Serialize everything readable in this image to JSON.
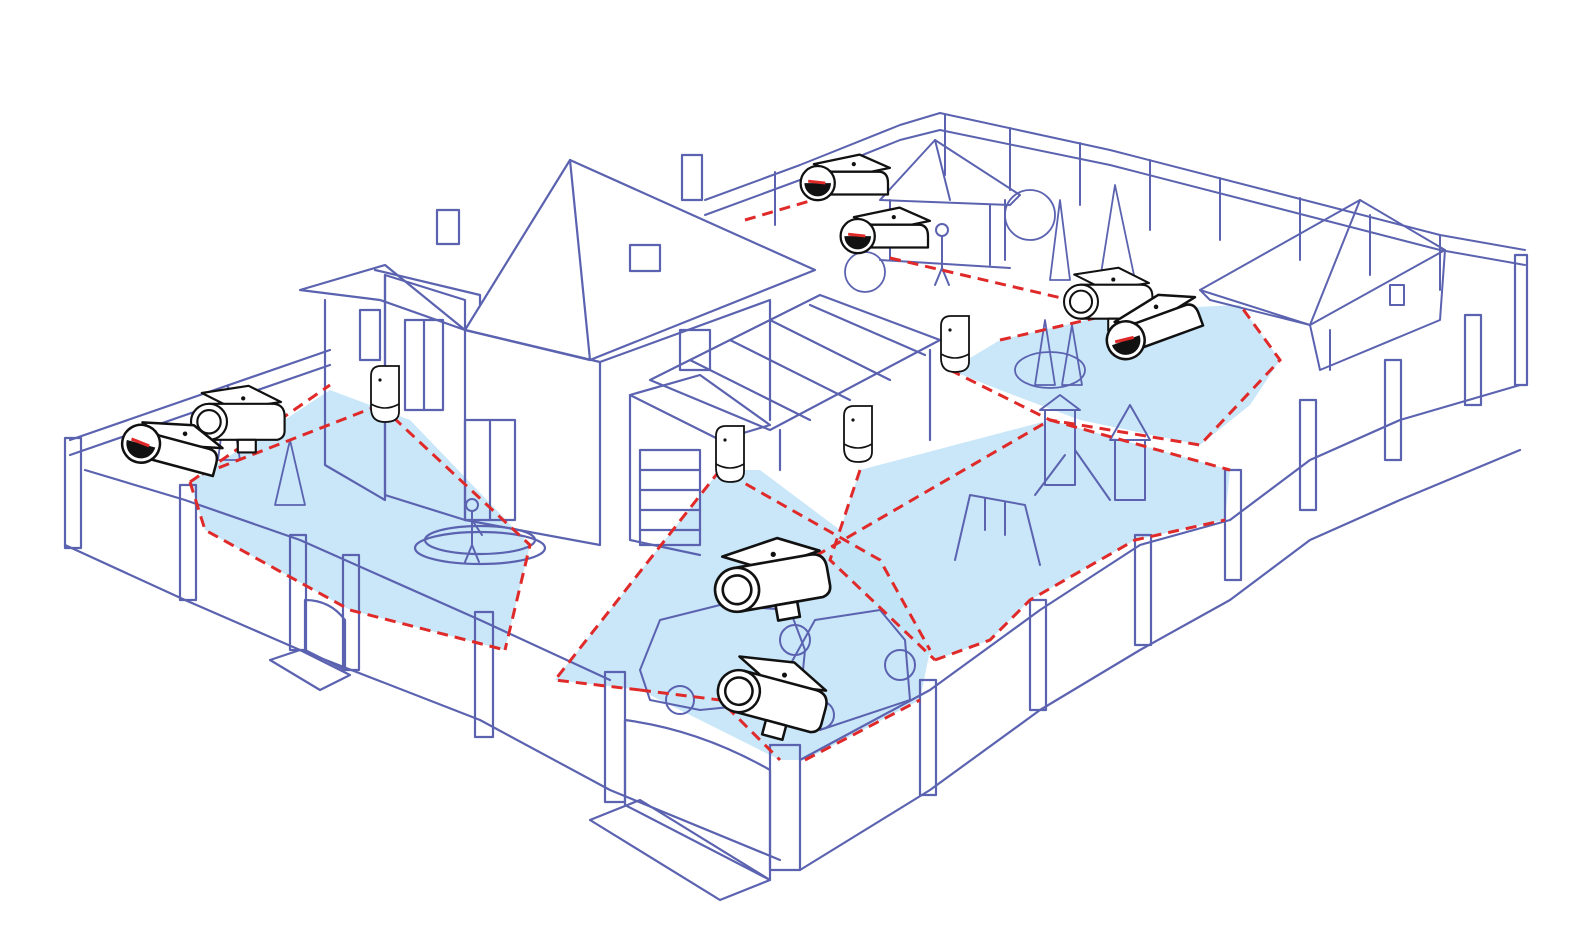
{
  "colors": {
    "outline": "#5b63b0",
    "outline_light": "#9aa0d4",
    "coverage_fill": "#bfe3f7",
    "coverage_line": "#e02a2a",
    "device_outline": "#111111",
    "device_fill": "#ffffff"
  },
  "devices": {
    "bullet_cameras": [
      {
        "id": "front-left-pair",
        "count": 2
      },
      {
        "id": "garden-pair",
        "count": 2
      },
      {
        "id": "driveway-pair",
        "count": 2
      },
      {
        "id": "playground-pair",
        "count": 2
      }
    ],
    "motion_detectors": [
      {
        "id": "porch-detector"
      },
      {
        "id": "garage-detector"
      },
      {
        "id": "carport-detector"
      },
      {
        "id": "backyard-detector"
      }
    ]
  },
  "icons": [
    "bullet-camera-icon",
    "motion-detector-icon",
    "person-icon",
    "car-icon",
    "tree-icon",
    "swing-icon",
    "slide-icon"
  ]
}
